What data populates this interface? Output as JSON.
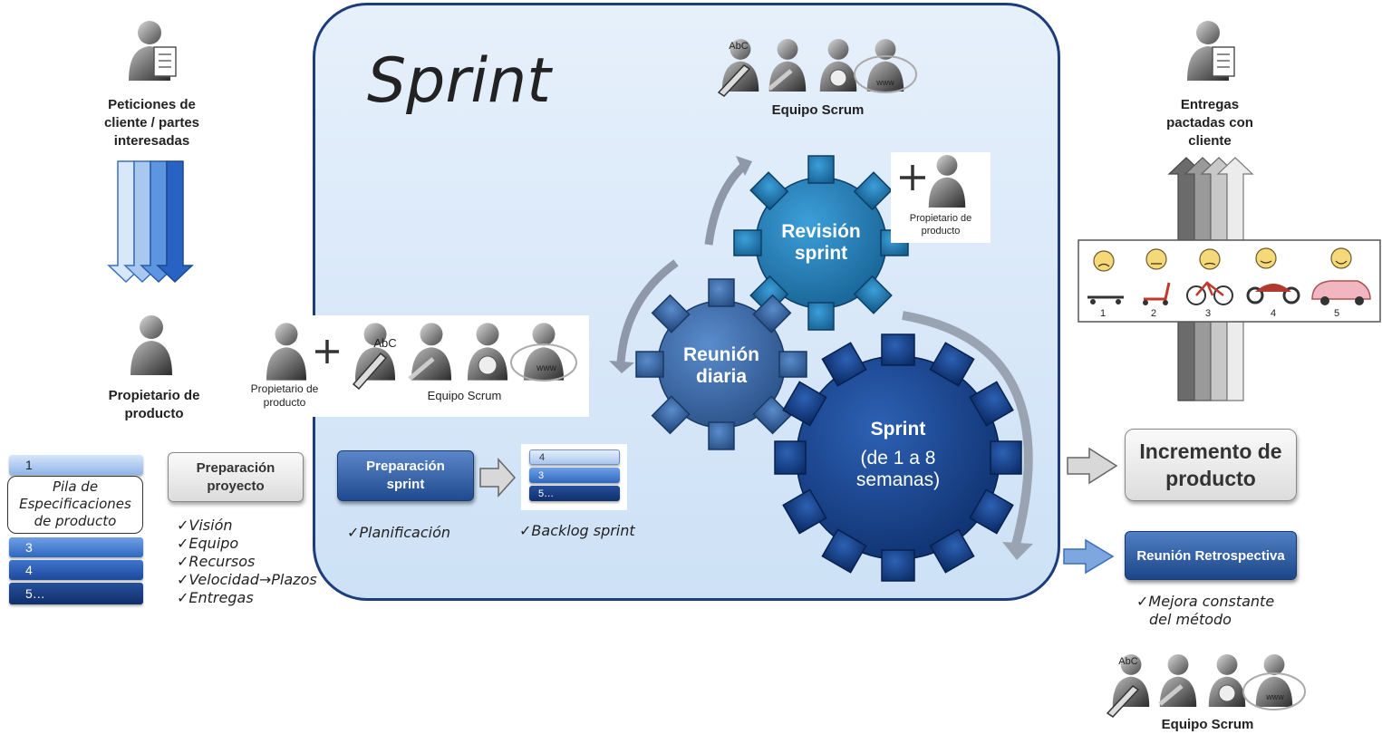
{
  "sprint_title": "Sprint",
  "equipo_top": "Equipo Scrum",
  "equipo_mid": "Equipo Scrum",
  "equipo_bottom": "Equipo Scrum",
  "peticiones": [
    "Peticiones  de",
    "cliente / partes",
    "interesadas"
  ],
  "propietario_left": [
    "Propietario de",
    "producto"
  ],
  "propietario_mid": [
    "Propietario de",
    "producto"
  ],
  "propietario_review": [
    "Propietario de",
    "producto"
  ],
  "entregas": [
    "Entregas",
    "pactadas con",
    "cliente"
  ],
  "pila": {
    "item1": "1",
    "label": [
      "Pila de",
      "Especificaciones",
      "de producto"
    ],
    "item3": "3",
    "item4": "4",
    "item5": "5…"
  },
  "preparacion_proyecto": [
    "Preparación",
    "proyecto"
  ],
  "proyecto_checks": [
    "Visión",
    "Equipo",
    "Recursos",
    "Velocidad",
    "Plazos",
    "Entregas"
  ],
  "preparacion_sprint": [
    "Preparación",
    "sprint"
  ],
  "planificacion": "Planificación",
  "backlog": {
    "item4": "4",
    "item3": "3",
    "item5": "5…",
    "label": "Backlog sprint"
  },
  "gears": {
    "revision": [
      "Revisión",
      "sprint"
    ],
    "reunion": [
      "Reunión",
      "diaria"
    ],
    "sprint": [
      "Sprint",
      "(de 1 a 8",
      "semanas)"
    ]
  },
  "incremento": [
    "Incremento de",
    "producto"
  ],
  "retrospectiva": "Reunión Retrospectiva",
  "mejora": [
    "Mejora constante",
    "del método"
  ],
  "icon_abc": "AbC",
  "icon_www": "www",
  "evolution_labels": [
    "1",
    "2",
    "3",
    "4",
    "5"
  ],
  "colors": {
    "dark": "#1d3d7a",
    "mid": "#2d5aa8",
    "light": "#5a8fd6",
    "gear_review": "#1a6fa8",
    "gear_daily": "#2f5f9c",
    "gear_sprint": "#133f86"
  }
}
